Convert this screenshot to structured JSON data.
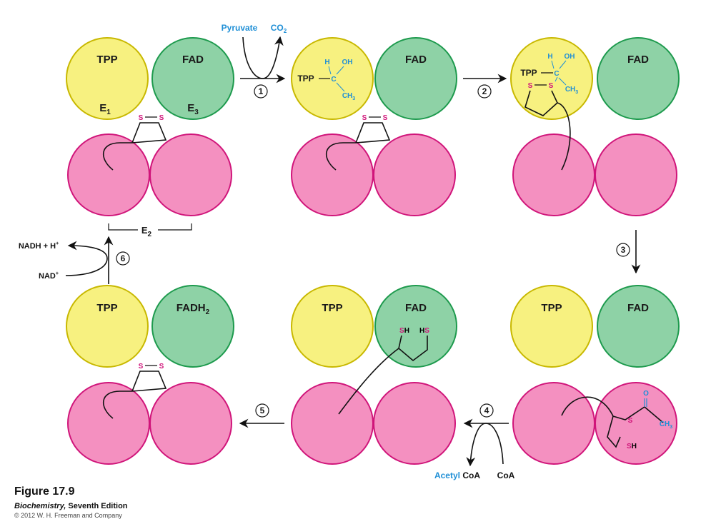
{
  "labels": {
    "tpp": "TPP",
    "fad": "FAD",
    "fadh2_base": "FADH",
    "fadh2_sub": "2",
    "e1": "E",
    "e1_sub": "1",
    "e3": "E",
    "e3_sub": "3",
    "e2": "E",
    "e2_sub": "2"
  },
  "chem": {
    "pyruvate": "Pyruvate",
    "co2_base": "CO",
    "co2_sub": "2",
    "h": "H",
    "oh": "OH",
    "c": "C",
    "ch3": "CH",
    "ch3_sub": "3",
    "s": "S",
    "sh": "SH",
    "o": "O",
    "nadh": "NADH + H",
    "nadh_sup": "+",
    "nad": "NAD",
    "nad_sup": "+",
    "acetyl": "Acetyl",
    "coa": "CoA"
  },
  "steps": [
    "1",
    "2",
    "3",
    "4",
    "5",
    "6"
  ],
  "caption": {
    "title": "Figure 17.9",
    "book_title": "Biochemistry,",
    "book_edition": "Seventh Edition",
    "copyright": "© 2012 W. H. Freeman and Company"
  },
  "colors": {
    "tpp_fill": "#f7f180",
    "tpp_stroke": "#c8b800",
    "fad_fill": "#8ed2a6",
    "fad_stroke": "#1d9a4d",
    "e2_fill": "#f490c0",
    "e2_stroke": "#d0157a",
    "accent_blue": "#1f8fd6",
    "accent_red": "#d0157a"
  }
}
